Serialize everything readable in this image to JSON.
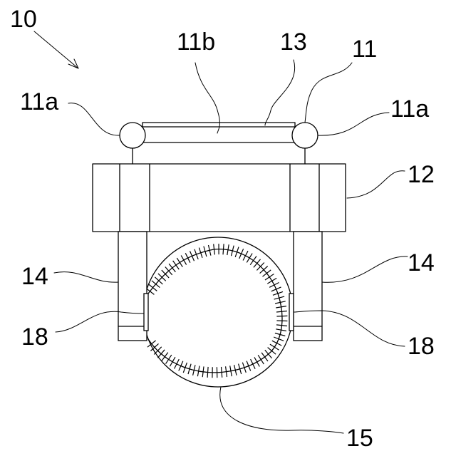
{
  "labels": {
    "device": "10",
    "frame": "11",
    "joint_left": "11a",
    "joint_right": "11a",
    "rod": "11b",
    "base": "12",
    "link": "13",
    "arm_left": "14",
    "arm_right": "14",
    "ball": "15",
    "pad_left": "18",
    "pad_right": "18"
  }
}
